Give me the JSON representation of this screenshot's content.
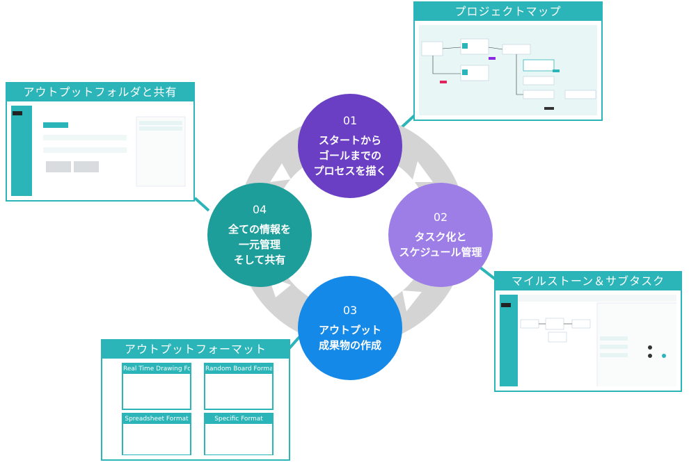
{
  "colors": {
    "teal": "#2bb5b8",
    "ring": "#d3d3d3",
    "step1": "#6b3fc4",
    "step2": "#9d7ee6",
    "step3": "#1589e8",
    "step4": "#1e9e9a"
  },
  "steps": [
    {
      "num": "01",
      "lines": [
        "スタートから",
        "ゴールまでの",
        "プロセスを描く"
      ]
    },
    {
      "num": "02",
      "lines": [
        "タスク化と",
        "スケジュール管理"
      ]
    },
    {
      "num": "03",
      "lines": [
        "アウトプット",
        "成果物の作成"
      ]
    },
    {
      "num": "04",
      "lines": [
        "全ての情報を",
        "一元管理",
        "そして共有"
      ]
    }
  ],
  "panels": {
    "project_map": {
      "title": "プロジェクトマップ"
    },
    "milestone": {
      "title": "マイルストーン＆サブタスク"
    },
    "output_format": {
      "title": "アウトプットフォーマット",
      "subs": [
        "Real Time Drawing Format",
        "Random Board Format",
        "Spreadsheet Format",
        "Specific Format"
      ]
    },
    "output_folder": {
      "title": "アウトプットフォルダと共有"
    }
  }
}
